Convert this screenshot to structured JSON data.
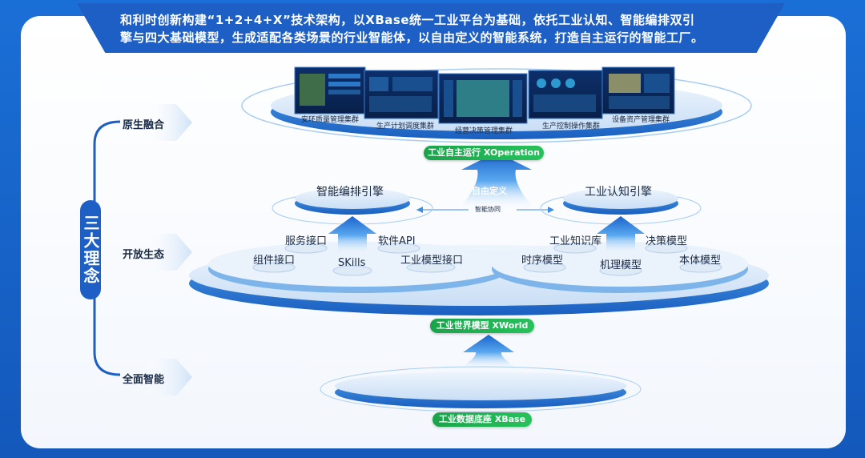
{
  "header": {
    "line1": "和利时创新构建“1+2+4+X”技术架构，以XBase统一工业平台为基础，依托工业认知、智能编排双引",
    "line2": "擎与四大基础模型，生成适配各类场景的行业智能体，以自由定义的智能系统，打造自主运行的智能工厂。"
  },
  "concept": {
    "title": "三大理念",
    "items": [
      "原生融合",
      "开放生态",
      "全面智能"
    ]
  },
  "top_layer": {
    "screens": [
      "安环质量管理集群",
      "生产计划调度集群",
      "经营决策管理集群",
      "生产控制操作集群",
      "设备资产管理集群"
    ],
    "pill": "工业自主运行 XOperation"
  },
  "middle_layer": {
    "free_define": "自由定义",
    "collab": "智能协同",
    "engine_left": "智能编排引擎",
    "engine_right": "工业认知引擎",
    "left_items": [
      "服务接口",
      "软件API",
      "组件接口",
      "SKills",
      "工业模型接口"
    ],
    "right_items": [
      "工业知识库",
      "决策模型",
      "时序模型",
      "机理模型",
      "本体模型"
    ],
    "pill": "工业世界模型 XWorld"
  },
  "bottom_layer": {
    "pill": "工业数据底座 XBase"
  },
  "colors": {
    "brand_blue": "#1e5fc6",
    "green_pill": "#1aa34a",
    "disc_blue": "#3d8de0"
  }
}
